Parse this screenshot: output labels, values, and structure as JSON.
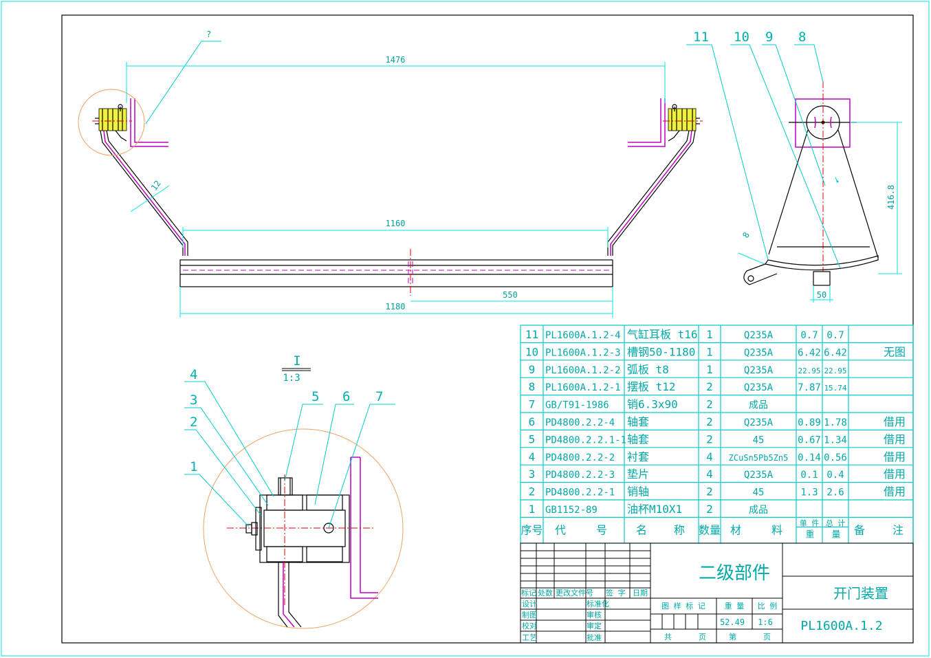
{
  "drawing": {
    "dimensions": {
      "top_width": "1476",
      "plate_thickness": "12",
      "inner_width": "1160",
      "bottom_width": "1180",
      "half_width": "550",
      "side_height": "416.8",
      "side_thickness": "8",
      "side_bottom": "50"
    },
    "unknown_callout": "?",
    "side_callouts": [
      "11",
      "10",
      "9",
      "8"
    ],
    "detail": {
      "label": "I",
      "scale": "1:3",
      "callouts": [
        "4",
        "3",
        "2",
        "1",
        "5",
        "6",
        "7"
      ]
    }
  },
  "bom": {
    "rows": [
      {
        "no": "11",
        "code": "PL1600A.1.2-4",
        "name": "气缸耳板 t16",
        "qty": "1",
        "material": "Q235A",
        "unit": "0.7",
        "total": "0.7",
        "note": ""
      },
      {
        "no": "10",
        "code": "PL1600A.1.2-3",
        "name": "槽钢50-1180",
        "qty": "1",
        "material": "Q235A",
        "unit": "6.42",
        "total": "6.42",
        "note": "无图"
      },
      {
        "no": "9",
        "code": "PL1600A.1.2-2",
        "name": "弧板 t8",
        "qty": "1",
        "material": "Q235A",
        "unit": "22.95",
        "total": "22.95",
        "note": ""
      },
      {
        "no": "8",
        "code": "PL1600A.1.2-1",
        "name": "摆板 t12",
        "qty": "2",
        "material": "Q235A",
        "unit": "7.87",
        "total": "15.74",
        "note": ""
      },
      {
        "no": "7",
        "code": "GB/T91-1986",
        "name": "销6.3x90",
        "qty": "2",
        "material": "成品",
        "unit": "",
        "total": "",
        "note": ""
      },
      {
        "no": "6",
        "code": "PD4800.2.2-4",
        "name": "轴套",
        "qty": "2",
        "material": "Q235A",
        "unit": "0.89",
        "total": "1.78",
        "note": "借用"
      },
      {
        "no": "5",
        "code": "PD4800.2.2.1-1",
        "name": "轴套",
        "qty": "2",
        "material": "45",
        "unit": "0.67",
        "total": "1.34",
        "note": "借用"
      },
      {
        "no": "4",
        "code": "PD4800.2.2-2",
        "name": "衬套",
        "qty": "4",
        "material": "ZCuSn5Pb5Zn5",
        "unit": "0.14",
        "total": "0.56",
        "note": "借用"
      },
      {
        "no": "3",
        "code": "PD4800.2.2-3",
        "name": "垫片",
        "qty": "4",
        "material": "Q235A",
        "unit": "0.1",
        "total": "0.4",
        "note": "借用"
      },
      {
        "no": "2",
        "code": "PD4800.2.2-1",
        "name": "销轴",
        "qty": "2",
        "material": "45",
        "unit": "1.3",
        "total": "2.6",
        "note": "借用"
      },
      {
        "no": "1",
        "code": "GB1152-89",
        "name": "油杯M10X1",
        "qty": "2",
        "material": "成品",
        "unit": "",
        "total": "",
        "note": ""
      }
    ],
    "header": {
      "no": "序号",
      "code_a": "代",
      "code_b": "号",
      "name_a": "名",
      "name_b": "称",
      "qty": "数量",
      "mat_a": "材",
      "mat_b": "料",
      "unit_a": "单 件",
      "total_a": "总 计",
      "weight_a": "重",
      "weight_b": "量",
      "note_a": "备",
      "note_b": "注"
    }
  },
  "title_block": {
    "level": "二级部件",
    "name": "开门装置",
    "code": "PL1600A.1.2",
    "rev_labels": [
      "标记",
      "处数",
      "更改文件号",
      "签 字",
      "日期"
    ],
    "left_labels": [
      "设计",
      "制图",
      "校对",
      "工艺"
    ],
    "mid_labels": [
      "标准化",
      "审核",
      "审定",
      "批准"
    ],
    "sample_mark": "图 样 标 记",
    "weight_label": "重 量",
    "scale_label": "比 例",
    "weight": "52.49",
    "scale": "1:6",
    "total_label": "共",
    "sheet_label": "第",
    "page_label_1": "页",
    "page_label_2": "页"
  }
}
